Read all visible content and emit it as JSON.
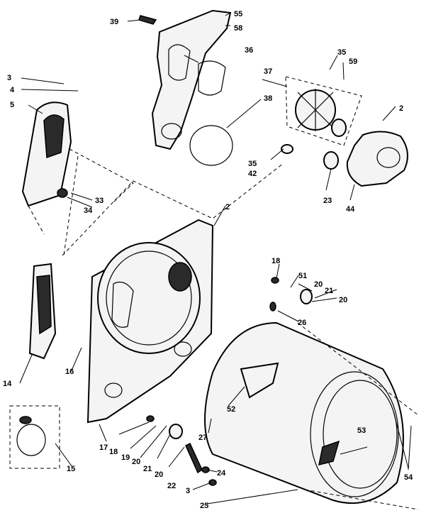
{
  "callouts": [
    "39",
    "55",
    "58",
    "36",
    "3",
    "4",
    "5",
    "37",
    "35",
    "59",
    "38",
    "2",
    "35",
    "42",
    "23",
    "44",
    "33",
    "34",
    "2",
    "18",
    "51",
    "20",
    "21",
    "20",
    "26",
    "14",
    "16",
    "52",
    "27",
    "53",
    "15",
    "17",
    "18",
    "19",
    "20",
    "21",
    "20",
    "22",
    "24",
    "3",
    "25",
    "54"
  ]
}
